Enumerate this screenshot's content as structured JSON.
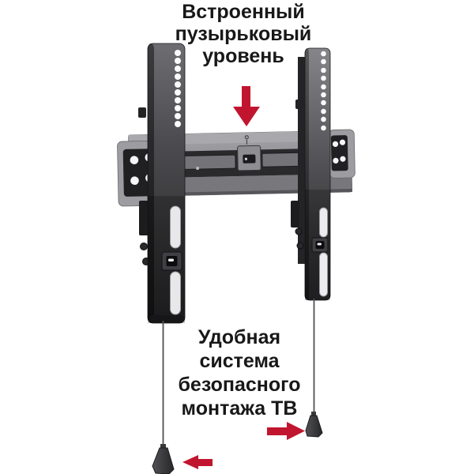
{
  "captions": {
    "top": {
      "line1": "Встроенный",
      "line2": "пузырьковый",
      "line3": "уровень"
    },
    "bottom": {
      "line1": "Удобная",
      "line2": "система",
      "line3": "безопасного",
      "line4": "монтажа ТВ"
    }
  },
  "icons": {
    "down_arrow": "↓",
    "left_arrow": "←",
    "right_arrow": "→"
  },
  "colors": {
    "background": "#ffffff",
    "text": "#181818",
    "accent_red": "#c1152f",
    "rail_dark": "#2c2c2e",
    "plate_gray": "#96969a",
    "hole_white": "#f6f6f8"
  }
}
